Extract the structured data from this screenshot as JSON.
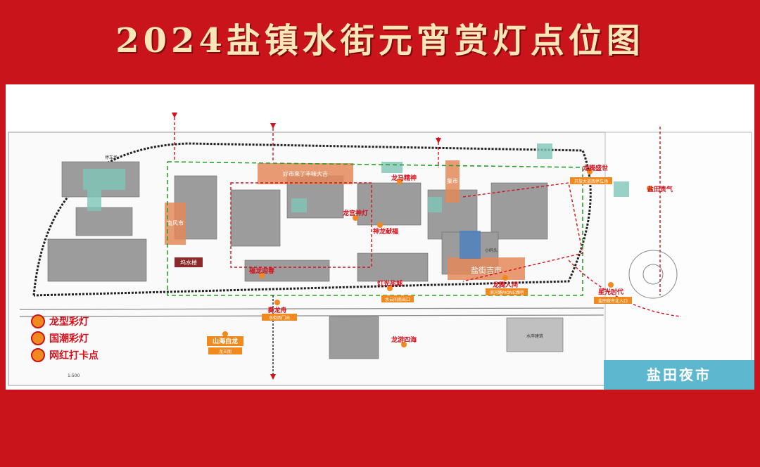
{
  "title": "2024盐镇水街元宵赏灯点位图",
  "map": {
    "areas": {
      "parking": "停车场",
      "night_market": "盐田夜市",
      "water_pool": "水岸建筑",
      "yanjie_market": "盐街吉市",
      "haoshi": "好市来了丰味大吉",
      "nanfeng": "南风市",
      "jiexi": "集市",
      "wuhuan": "坞水楼",
      "xiaomatou": "小码头"
    },
    "spots": [
      "龙宫神灯",
      "神龙献福",
      "灯光盐城",
      "奏龙舟",
      "山海白龙",
      "龙腾人间",
      "星光时代",
      "盐田贵气",
      "龙腾盛世",
      "龙马精神",
      "福龙迎春",
      "龙游四海"
    ],
    "tags": [
      "水街西门出",
      "盐田夜市北入口",
      "龙王阁",
      "水云间南出口",
      "滨河路MONE酒吧",
      "开放大道西停车场"
    ],
    "scale": "1:500"
  },
  "legend": {
    "items": [
      "龙型彩灯",
      "国潮彩灯",
      "网红打卡点"
    ]
  },
  "colors": {
    "background": "#c8141a",
    "title": "#fbe6b8",
    "route_red": "#d4101a",
    "route_green": "#2aa02a",
    "night_market": "#5db7cf"
  }
}
